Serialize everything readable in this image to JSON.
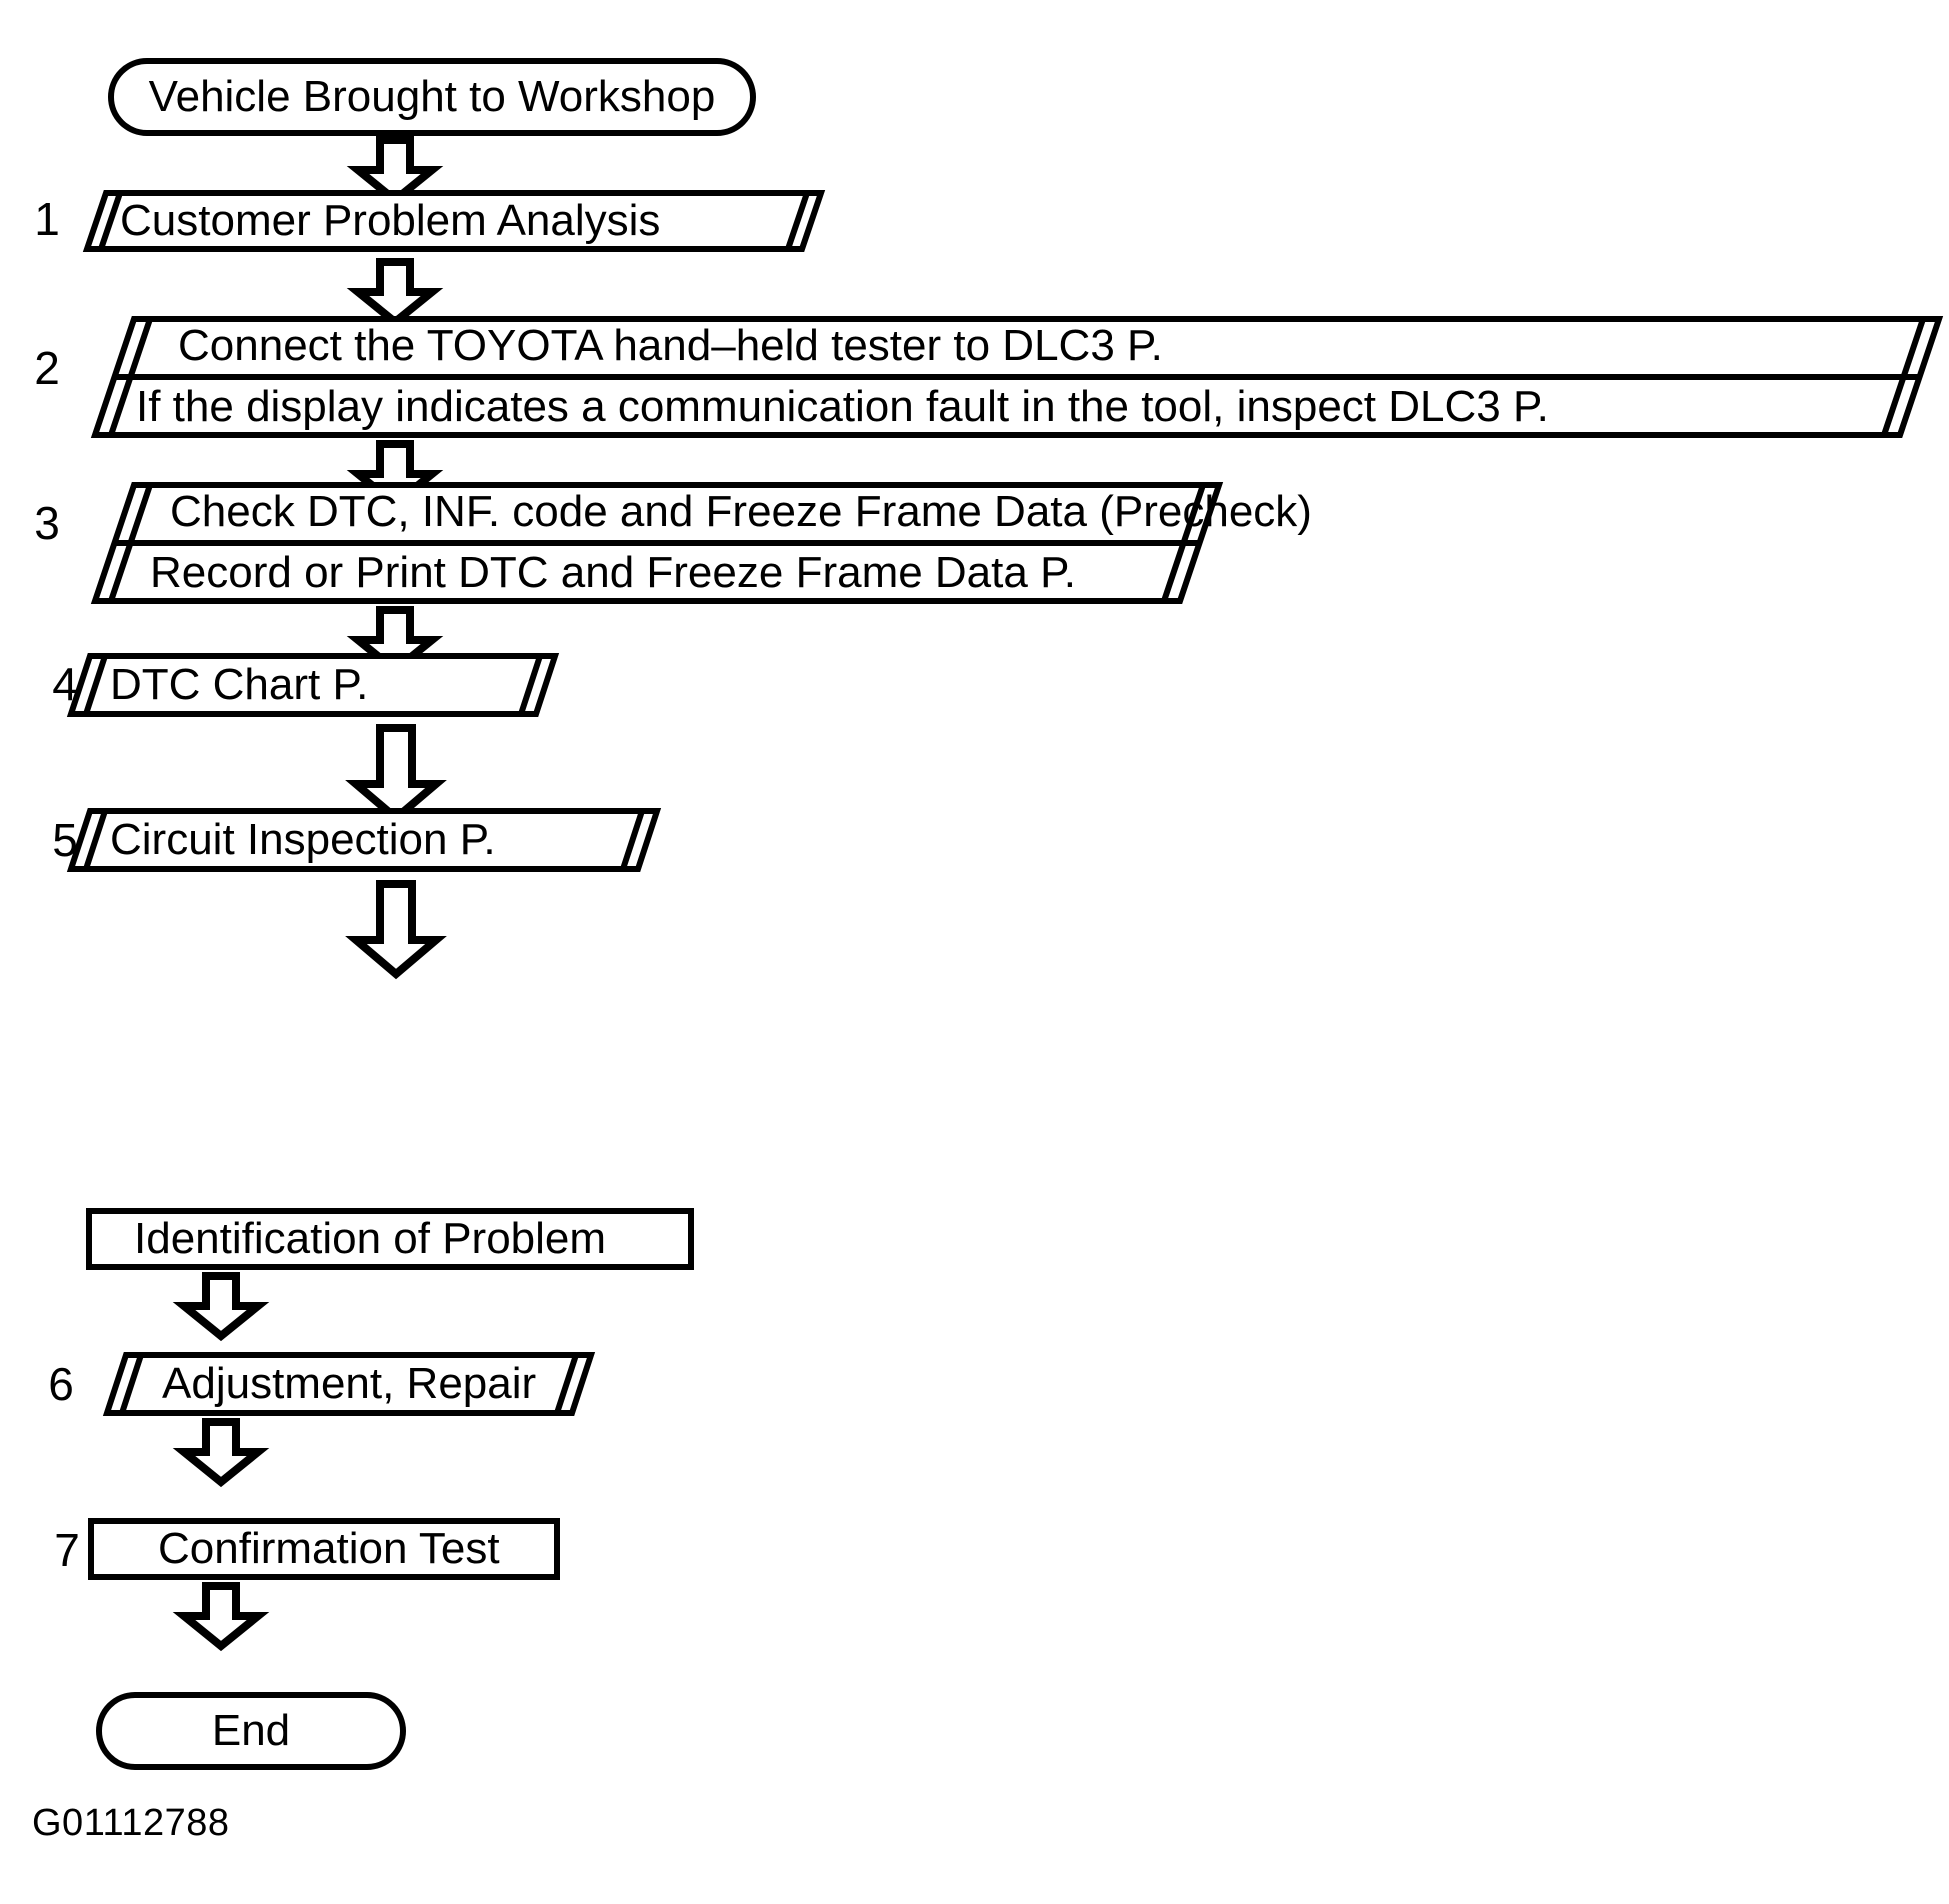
{
  "diagram": {
    "title": "Troubleshooting Procedure Flowchart",
    "reference_code": "G01112788",
    "line_color": "#000000",
    "background_color": "#ffffff"
  },
  "start_node": {
    "label": "Vehicle Brought to Workshop",
    "shape": "terminator"
  },
  "end_node": {
    "label": "End",
    "shape": "terminator"
  },
  "steps": [
    {
      "number": "1",
      "shape": "parallelogram",
      "lines": [
        "Customer Problem Analysis"
      ]
    },
    {
      "number": "2",
      "shape": "parallelogram",
      "lines": [
        "Connect the TOYOTA hand–held tester to DLC3 P.",
        "If the display indicates a communication fault in the tool, inspect DLC3 P."
      ]
    },
    {
      "number": "3",
      "shape": "parallelogram",
      "lines": [
        "Check DTC, INF. code and Freeze Frame Data (Precheck)",
        "Record or Print DTC and Freeze Frame Data P."
      ]
    },
    {
      "number": "4",
      "shape": "parallelogram",
      "lines": [
        "DTC Chart P."
      ]
    },
    {
      "number": "5",
      "shape": "parallelogram",
      "lines": [
        "Circuit Inspection P."
      ]
    },
    {
      "number": "",
      "shape": "rectangle",
      "lines": [
        "Identification of Problem"
      ]
    },
    {
      "number": "6",
      "shape": "parallelogram",
      "lines": [
        "Adjustment, Repair"
      ]
    },
    {
      "number": "7",
      "shape": "rectangle",
      "lines": [
        "Confirmation Test"
      ]
    }
  ],
  "connectors": [
    {
      "name": "start-to-step1",
      "type": "block-arrow-down"
    },
    {
      "name": "step1-to-step2",
      "type": "block-arrow-down"
    },
    {
      "name": "step2-to-step3",
      "type": "block-arrow-down"
    },
    {
      "name": "step3-to-step4",
      "type": "block-arrow-down"
    },
    {
      "name": "step4-to-step5",
      "type": "block-arrow-down-long"
    },
    {
      "name": "step5-to-identification",
      "type": "block-arrow-down-long"
    },
    {
      "name": "identification-to-step6",
      "type": "block-arrow-down"
    },
    {
      "name": "step6-to-step7",
      "type": "block-arrow-down"
    },
    {
      "name": "step7-to-end",
      "type": "block-arrow-down"
    }
  ]
}
